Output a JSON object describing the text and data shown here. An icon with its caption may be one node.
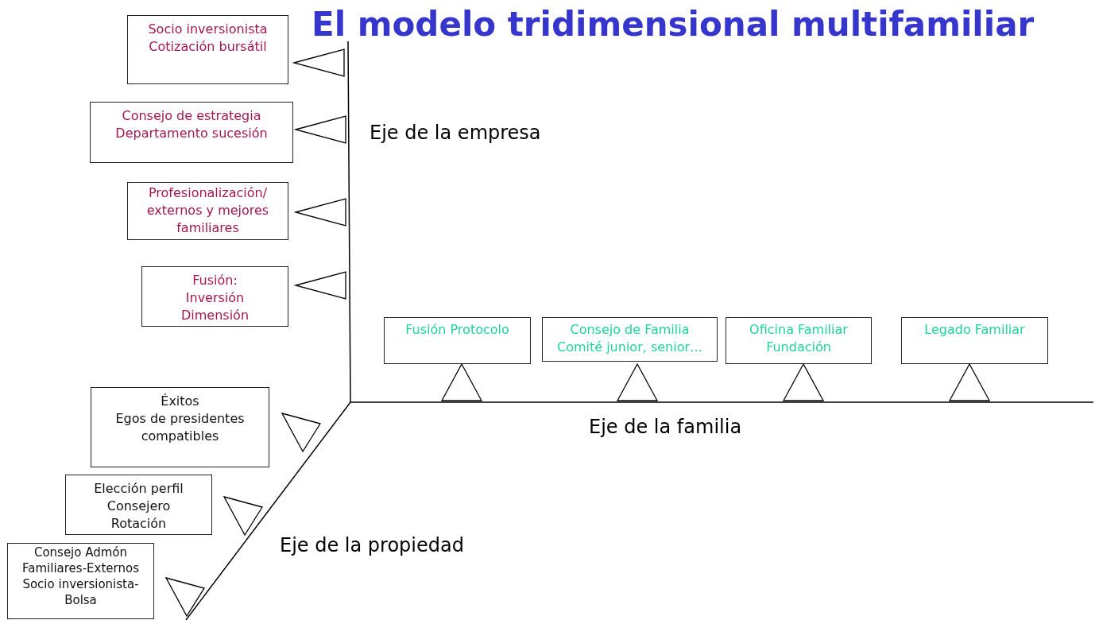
{
  "diagram": {
    "title": "El modelo tridimensional multifamiliar",
    "nodes": [
      {
        "text": [
          "Socio inversionista",
          "Cotización bursátil"
        ]
      },
      {
        "text": [
          "Consejo de estrategia",
          "Departamento sucesión"
        ]
      },
      {
        "text": [
          "Profesionalización/ externos y mejores familiares"
        ]
      },
      {
        "text": [
          "Fusión:",
          "Inversión",
          "Dimensión"
        ]
      },
      {
        "text": [
          "Fusión Protocolo"
        ]
      },
      {
        "text": [
          "Consejo de Familia",
          "Comité junior, senior…"
        ]
      },
      {
        "text": [
          "Oficina Familiar",
          "Fundación"
        ]
      },
      {
        "text": [
          "Legado Familiar"
        ]
      },
      {
        "text": [
          "Éxitos",
          "Egos de presidentes compatibles"
        ]
      },
      {
        "text": [
          "Elección perfil",
          "Consejero",
          "Rotación"
        ]
      },
      {
        "text": [
          "Consejo Admón",
          "Familiares-Externos",
          "Socio inversionista-Bolsa"
        ]
      }
    ],
    "labels": [
      "Eje de la empresa",
      "Eje de la familia",
      "Eje de la propiedad"
    ]
  }
}
